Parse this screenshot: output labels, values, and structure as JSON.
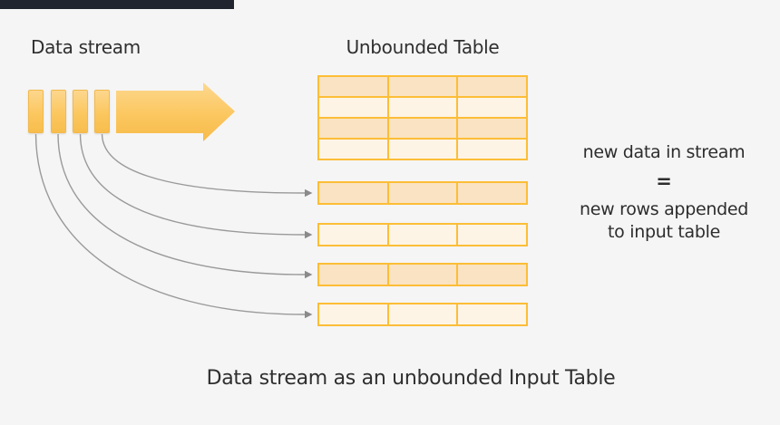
{
  "header": {
    "stream_label": "Data stream",
    "table_label": "Unbounded Table"
  },
  "annotation": {
    "line1": "new data in stream",
    "equals": "=",
    "line2": "new rows appended",
    "line3": "to input table"
  },
  "caption": "Data stream as an unbounded Input Table",
  "diagram": {
    "stream_bar_count": 4,
    "unbounded_table": {
      "rows": 4,
      "columns": 3
    },
    "appended_row_tables": 4,
    "arrow_mapping": "each stream element maps to an appended table row"
  },
  "colors": {
    "background": "#f5f5f5",
    "gold_border": "#fcbe37",
    "fill_dark": "#fae3c2",
    "fill_light": "#fdf4e6",
    "arrow_gold": "#fbc75f",
    "curve_gray": "#9a9a9a",
    "text": "#2f2f2f",
    "top_bar": "#20242e"
  }
}
